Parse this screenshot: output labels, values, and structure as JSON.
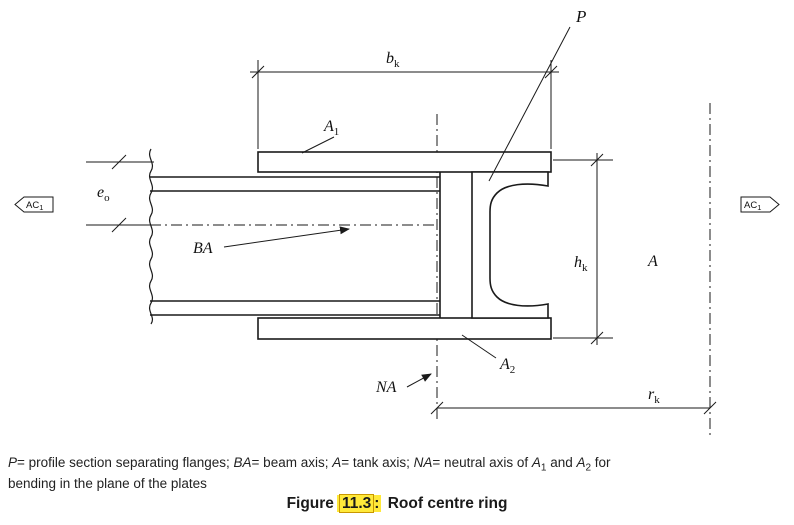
{
  "colors": {
    "highlight": "#ffe93a",
    "diagram_line": "#1a1a1a"
  },
  "figure_labels": {
    "p": "P",
    "bk": {
      "main": "b",
      "sub": "k"
    },
    "a1": {
      "main": "A",
      "sub": "1"
    },
    "eo": {
      "main": "e",
      "sub": "o"
    },
    "ac1_left": {
      "main": "AC",
      "sub": "1"
    },
    "ac1_right": {
      "main": "AC",
      "sub": "1"
    },
    "ba": "BA",
    "hk": {
      "main": "h",
      "sub": "k"
    },
    "a_axis": "A",
    "a2": {
      "main": "A",
      "sub": "2"
    },
    "na": "NA",
    "rk": {
      "main": "r",
      "sub": "k"
    }
  },
  "caption": {
    "p": "P",
    "t1": "= profile section separating flanges; ",
    "ba": "BA",
    "t2": "= beam axis; ",
    "a": "A",
    "t3": "= tank axis; ",
    "na": "NA",
    "t4": "= neutral axis of ",
    "a1": "A",
    "a1_sub": "1",
    "t5": " and ",
    "a2": "A",
    "a2_sub": "2",
    "t6": " for",
    "t7": "bending in the plane of the plates"
  },
  "figure_caption": {
    "prefix": "Figure",
    "number": "11.3",
    "colon": ":",
    "title": "Roof centre ring"
  }
}
